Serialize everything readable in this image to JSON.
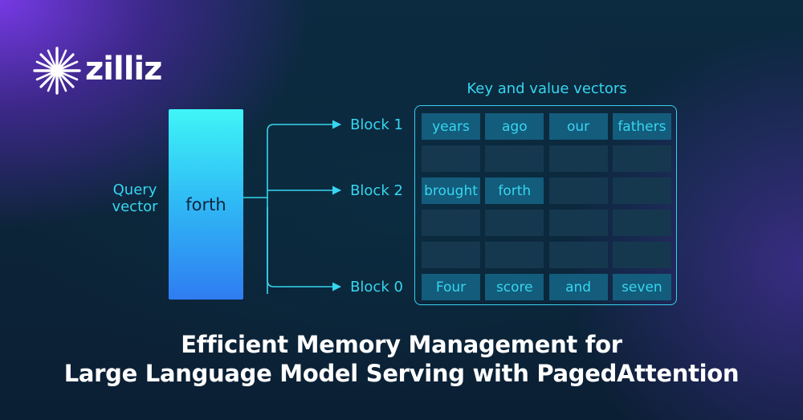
{
  "brand": {
    "name": "zilliz",
    "logo_icon": "starburst-icon",
    "colors": {
      "accent_cyan": "#36d6f0",
      "purple": "#7c3aed",
      "navy": "#0c2a40"
    }
  },
  "diagram": {
    "query": {
      "label_line1": "Query",
      "label_line2": "vector",
      "token": "forth"
    },
    "blocks": [
      {
        "label": "Block 1",
        "row": 0
      },
      {
        "label": "Block 2",
        "row": 2
      },
      {
        "label": "Block 0",
        "row": 5
      }
    ],
    "kv": {
      "title": "Key and value vectors",
      "rows": [
        [
          "years",
          "ago",
          "our",
          "fathers"
        ],
        [
          "",
          "",
          "",
          ""
        ],
        [
          "brought",
          "forth",
          "",
          ""
        ],
        [
          "",
          "",
          "",
          ""
        ],
        [
          "",
          "",
          "",
          ""
        ],
        [
          "Four",
          "score",
          "and",
          "seven"
        ]
      ]
    }
  },
  "title": {
    "line1": "Efficient Memory Management for",
    "line2": "Large Language Model Serving with PagedAttention"
  }
}
